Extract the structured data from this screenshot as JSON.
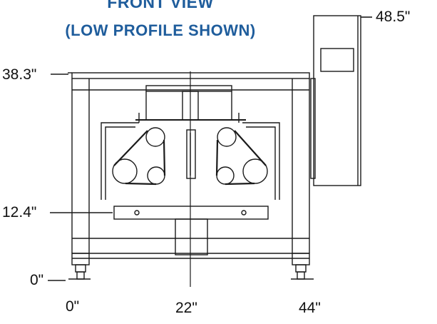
{
  "title": {
    "line1": "FRONT VIEW",
    "line2": "(LOW PROFILE SHOWN)"
  },
  "dimensions": {
    "height_top_panel": "48.5\"",
    "height_frame_top": "38.3\"",
    "height_shelf": "12.4\"",
    "height_base": "0\"",
    "width_left": "0\"",
    "width_center": "22\"",
    "width_right": "44\""
  },
  "colors": {
    "title": "#1f5d9c",
    "lines": "#1a1a1a"
  }
}
